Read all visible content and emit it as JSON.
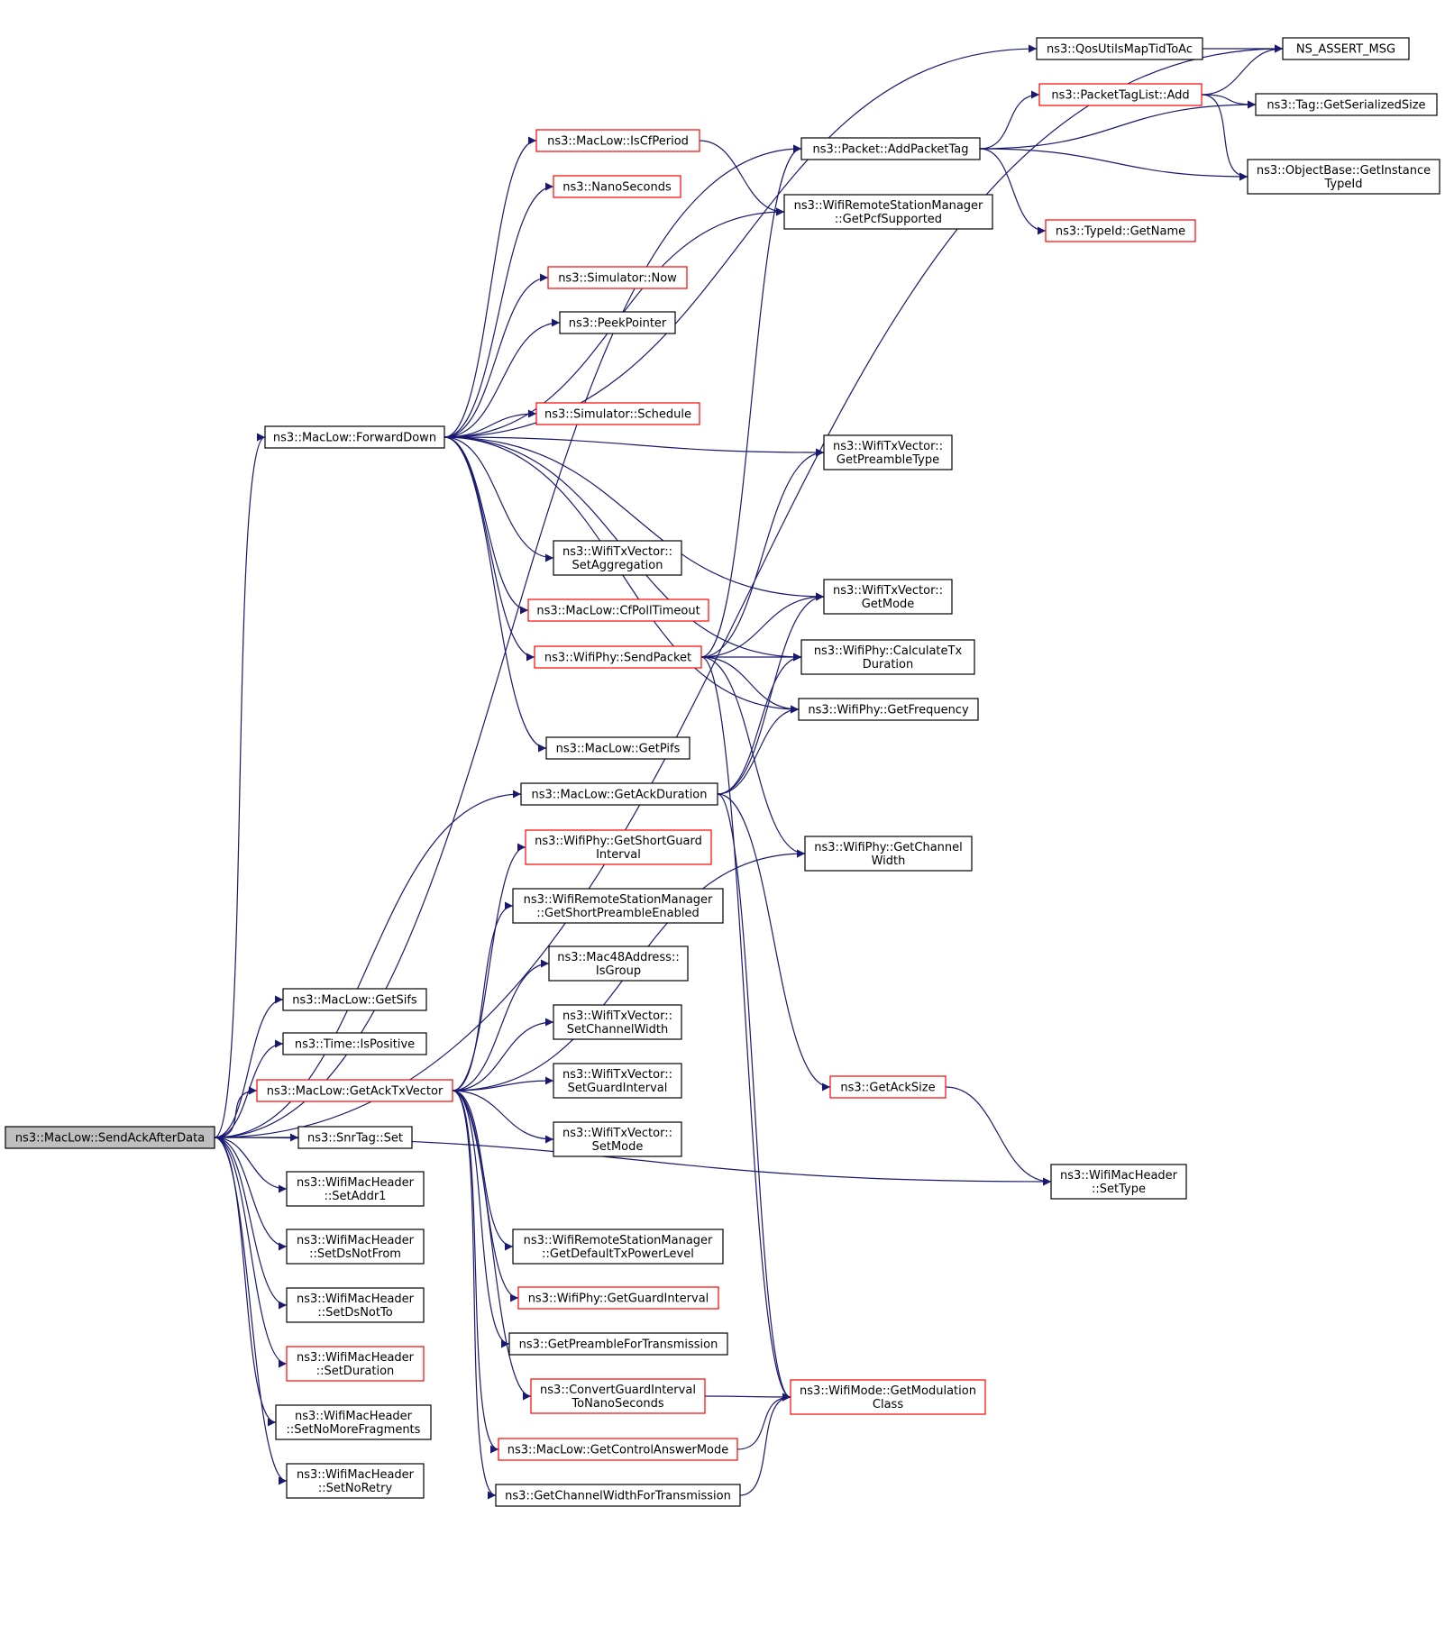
{
  "colors": {
    "edge": "#191970",
    "border_default": "#000000",
    "border_highlight": "#ff0000",
    "root_fill": "#bfbfbf"
  },
  "nodes": [
    {
      "id": "root",
      "lines": [
        "ns3::MacLow::SendAckAfterData"
      ],
      "style": "root"
    },
    {
      "id": "forwarddown",
      "lines": [
        "ns3::MacLow::ForwardDown"
      ],
      "style": "default"
    },
    {
      "id": "getackduration",
      "lines": [
        "ns3::MacLow::GetAckDuration"
      ],
      "style": "default"
    },
    {
      "id": "getsifs",
      "lines": [
        "ns3::MacLow::GetSifs"
      ],
      "style": "default"
    },
    {
      "id": "ispositive",
      "lines": [
        "ns3::Time::IsPositive"
      ],
      "style": "default"
    },
    {
      "id": "getacktxvector",
      "lines": [
        "ns3::MacLow::GetAckTxVector"
      ],
      "style": "red"
    },
    {
      "id": "snrtagset",
      "lines": [
        "ns3::SnrTag::Set"
      ],
      "style": "default"
    },
    {
      "id": "setaddr1",
      "lines": [
        "ns3::WifiMacHeader",
        "::SetAddr1"
      ],
      "style": "default"
    },
    {
      "id": "setdsnotfrom",
      "lines": [
        "ns3::WifiMacHeader",
        "::SetDsNotFrom"
      ],
      "style": "default"
    },
    {
      "id": "setdsnotto",
      "lines": [
        "ns3::WifiMacHeader",
        "::SetDsNotTo"
      ],
      "style": "default"
    },
    {
      "id": "setduration",
      "lines": [
        "ns3::WifiMacHeader",
        "::SetDuration"
      ],
      "style": "red"
    },
    {
      "id": "setnomorefrag",
      "lines": [
        "ns3::WifiMacHeader",
        "::SetNoMoreFragments"
      ],
      "style": "default"
    },
    {
      "id": "setnoretry",
      "lines": [
        "ns3::WifiMacHeader",
        "::SetNoRetry"
      ],
      "style": "default"
    },
    {
      "id": "iscfperiod",
      "lines": [
        "ns3::MacLow::IsCfPeriod"
      ],
      "style": "red"
    },
    {
      "id": "nanoseconds",
      "lines": [
        "ns3::NanoSeconds"
      ],
      "style": "red"
    },
    {
      "id": "simnow",
      "lines": [
        "ns3::Simulator::Now"
      ],
      "style": "red"
    },
    {
      "id": "peekpointer",
      "lines": [
        "ns3::PeekPointer"
      ],
      "style": "default"
    },
    {
      "id": "simschedule",
      "lines": [
        "ns3::Simulator::Schedule"
      ],
      "style": "red"
    },
    {
      "id": "setaggregation",
      "lines": [
        "ns3::WifiTxVector::",
        "SetAggregation"
      ],
      "style": "default"
    },
    {
      "id": "cfpolltimeout",
      "lines": [
        "ns3::MacLow::CfPollTimeout"
      ],
      "style": "red"
    },
    {
      "id": "sendpacket",
      "lines": [
        "ns3::WifiPhy::SendPacket"
      ],
      "style": "red"
    },
    {
      "id": "getpifs",
      "lines": [
        "ns3::MacLow::GetPifs"
      ],
      "style": "default"
    },
    {
      "id": "getshortguard",
      "lines": [
        "ns3::WifiPhy::GetShortGuard",
        "Interval"
      ],
      "style": "red"
    },
    {
      "id": "getshortpreamble",
      "lines": [
        "ns3::WifiRemoteStationManager",
        "::GetShortPreambleEnabled"
      ],
      "style": "default"
    },
    {
      "id": "isgroup",
      "lines": [
        "ns3::Mac48Address::",
        "IsGroup"
      ],
      "style": "default"
    },
    {
      "id": "setchannelwidth",
      "lines": [
        "ns3::WifiTxVector::",
        "SetChannelWidth"
      ],
      "style": "default"
    },
    {
      "id": "setguardinterval",
      "lines": [
        "ns3::WifiTxVector::",
        "SetGuardInterval"
      ],
      "style": "default"
    },
    {
      "id": "setmode",
      "lines": [
        "ns3::WifiTxVector::",
        "SetMode"
      ],
      "style": "default"
    },
    {
      "id": "getdefaulttxpower",
      "lines": [
        "ns3::WifiRemoteStationManager",
        "::GetDefaultTxPowerLevel"
      ],
      "style": "default"
    },
    {
      "id": "getguardinterval",
      "lines": [
        "ns3::WifiPhy::GetGuardInterval"
      ],
      "style": "red"
    },
    {
      "id": "getpreamblefortx",
      "lines": [
        "ns3::GetPreambleForTransmission"
      ],
      "style": "default"
    },
    {
      "id": "convertguard",
      "lines": [
        "ns3::ConvertGuardInterval",
        "ToNanoSeconds"
      ],
      "style": "red"
    },
    {
      "id": "getcontrolanswer",
      "lines": [
        "ns3::MacLow::GetControlAnswerMode"
      ],
      "style": "red"
    },
    {
      "id": "getchannelwidthfortx",
      "lines": [
        "ns3::GetChannelWidthForTransmission"
      ],
      "style": "default"
    },
    {
      "id": "qosutils",
      "lines": [
        "ns3::QosUtilsMapTidToAc"
      ],
      "style": "default"
    },
    {
      "id": "addpackettag",
      "lines": [
        "ns3::Packet::AddPacketTag"
      ],
      "style": "default"
    },
    {
      "id": "getpcfsupported",
      "lines": [
        "ns3::WifiRemoteStationManager",
        "::GetPcfSupported"
      ],
      "style": "default"
    },
    {
      "id": "getpreambletype",
      "lines": [
        "ns3::WifiTxVector::",
        "GetPreambleType"
      ],
      "style": "default"
    },
    {
      "id": "getmode",
      "lines": [
        "ns3::WifiTxVector::",
        "GetMode"
      ],
      "style": "default"
    },
    {
      "id": "calctxduration",
      "lines": [
        "ns3::WifiPhy::CalculateTx",
        "Duration"
      ],
      "style": "default"
    },
    {
      "id": "getfrequency",
      "lines": [
        "ns3::WifiPhy::GetFrequency"
      ],
      "style": "default"
    },
    {
      "id": "getchannelwidth",
      "lines": [
        "ns3::WifiPhy::GetChannel",
        "Width"
      ],
      "style": "default"
    },
    {
      "id": "getacksize",
      "lines": [
        "ns3::GetAckSize"
      ],
      "style": "red"
    },
    {
      "id": "getmodulationclass",
      "lines": [
        "ns3::WifiMode::GetModulation",
        "Class"
      ],
      "style": "red"
    },
    {
      "id": "packettaglistadd",
      "lines": [
        "ns3::PacketTagList::Add"
      ],
      "style": "red"
    },
    {
      "id": "typeidgetname",
      "lines": [
        "ns3::TypeId::GetName"
      ],
      "style": "red"
    },
    {
      "id": "nsassertmsg",
      "lines": [
        "NS_ASSERT_MSG"
      ],
      "style": "default"
    },
    {
      "id": "taggetserialized",
      "lines": [
        "ns3::Tag::GetSerializedSize"
      ],
      "style": "default"
    },
    {
      "id": "getinstancetypeid",
      "lines": [
        "ns3::ObjectBase::GetInstance",
        "TypeId"
      ],
      "style": "default"
    },
    {
      "id": "settype",
      "lines": [
        "ns3::WifiMacHeader",
        "::SetType"
      ],
      "style": "default"
    }
  ],
  "edges": [
    [
      "root",
      "forwarddown"
    ],
    [
      "root",
      "getackduration"
    ],
    [
      "root",
      "getsifs"
    ],
    [
      "root",
      "ispositive"
    ],
    [
      "root",
      "getacktxvector"
    ],
    [
      "root",
      "snrtagset"
    ],
    [
      "root",
      "setaddr1"
    ],
    [
      "root",
      "setdsnotfrom"
    ],
    [
      "root",
      "setdsnotto"
    ],
    [
      "root",
      "setduration"
    ],
    [
      "root",
      "setnomorefrag"
    ],
    [
      "root",
      "setnoretry"
    ],
    [
      "root",
      "settype"
    ],
    [
      "root",
      "nsassertmsg"
    ],
    [
      "root",
      "addpackettag"
    ],
    [
      "forwarddown",
      "qosutils"
    ],
    [
      "forwarddown",
      "iscfperiod"
    ],
    [
      "forwarddown",
      "nanoseconds"
    ],
    [
      "forwarddown",
      "getpcfsupported"
    ],
    [
      "forwarddown",
      "simnow"
    ],
    [
      "forwarddown",
      "peekpointer"
    ],
    [
      "forwarddown",
      "getpreambletype"
    ],
    [
      "forwarddown",
      "simschedule"
    ],
    [
      "forwarddown",
      "getmode"
    ],
    [
      "forwarddown",
      "calctxduration"
    ],
    [
      "forwarddown",
      "setaggregation"
    ],
    [
      "forwarddown",
      "cfpolltimeout"
    ],
    [
      "forwarddown",
      "sendpacket"
    ],
    [
      "forwarddown",
      "getfrequency"
    ],
    [
      "forwarddown",
      "getpifs"
    ],
    [
      "iscfperiod",
      "getpcfsupported"
    ],
    [
      "sendpacket",
      "addpackettag"
    ],
    [
      "sendpacket",
      "getpreambletype"
    ],
    [
      "sendpacket",
      "getmode"
    ],
    [
      "sendpacket",
      "calctxduration"
    ],
    [
      "sendpacket",
      "getfrequency"
    ],
    [
      "sendpacket",
      "getchannelwidth"
    ],
    [
      "sendpacket",
      "getmodulationclass"
    ],
    [
      "getackduration",
      "getmode"
    ],
    [
      "getackduration",
      "calctxduration"
    ],
    [
      "getackduration",
      "getfrequency"
    ],
    [
      "getackduration",
      "getacksize"
    ],
    [
      "getackduration",
      "getmodulationclass"
    ],
    [
      "getacktxvector",
      "getshortguard"
    ],
    [
      "getacktxvector",
      "getshortpreamble"
    ],
    [
      "getacktxvector",
      "isgroup"
    ],
    [
      "getacktxvector",
      "setchannelwidth"
    ],
    [
      "getacktxvector",
      "setguardinterval"
    ],
    [
      "getacktxvector",
      "setmode"
    ],
    [
      "getacktxvector",
      "getchannelwidth"
    ],
    [
      "getacktxvector",
      "getdefaulttxpower"
    ],
    [
      "getacktxvector",
      "getguardinterval"
    ],
    [
      "getacktxvector",
      "getpreamblefortx"
    ],
    [
      "getacktxvector",
      "convertguard"
    ],
    [
      "getacktxvector",
      "getcontrolanswer"
    ],
    [
      "getacktxvector",
      "getchannelwidthfortx"
    ],
    [
      "convertguard",
      "getmodulationclass"
    ],
    [
      "getcontrolanswer",
      "getmodulationclass"
    ],
    [
      "getchannelwidthfortx",
      "getmodulationclass"
    ],
    [
      "qosutils",
      "nsassertmsg"
    ],
    [
      "addpackettag",
      "packettaglistadd"
    ],
    [
      "addpackettag",
      "taggetserialized"
    ],
    [
      "addpackettag",
      "getinstancetypeid"
    ],
    [
      "addpackettag",
      "typeidgetname"
    ],
    [
      "packettaglistadd",
      "nsassertmsg"
    ],
    [
      "packettaglistadd",
      "taggetserialized"
    ],
    [
      "packettaglistadd",
      "getinstancetypeid"
    ],
    [
      "getacksize",
      "settype"
    ]
  ]
}
